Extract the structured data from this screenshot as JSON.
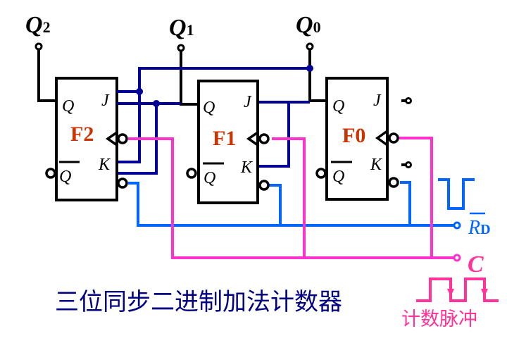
{
  "title": "三位同步二进制加法计数器",
  "outputs": [
    {
      "name": "Q",
      "sub": "2"
    },
    {
      "name": "Q",
      "sub": "1"
    },
    {
      "name": "Q",
      "sub": "0"
    }
  ],
  "flipflops": [
    {
      "name": "F2",
      "pins": {
        "q": "Q",
        "qbar": "Q",
        "j": "J",
        "k": "K"
      }
    },
    {
      "name": "F1",
      "pins": {
        "q": "Q",
        "qbar": "Q",
        "j": "J",
        "k": "K"
      }
    },
    {
      "name": "F0",
      "pins": {
        "q": "Q",
        "qbar": "Q",
        "j": "J",
        "k": "K"
      }
    }
  ],
  "inputs": {
    "reset": {
      "name": "R",
      "sub": "D"
    },
    "clock": {
      "name": "C"
    }
  },
  "clock_caption": "计数脉冲",
  "colors": {
    "wire_black": "#000000",
    "wire_jk": "#000099",
    "wire_reset": "#0066ff",
    "wire_clock": "#ff33cc",
    "ff_label": "#cc3300",
    "title": "#000080",
    "pulse": "#ff3399"
  }
}
